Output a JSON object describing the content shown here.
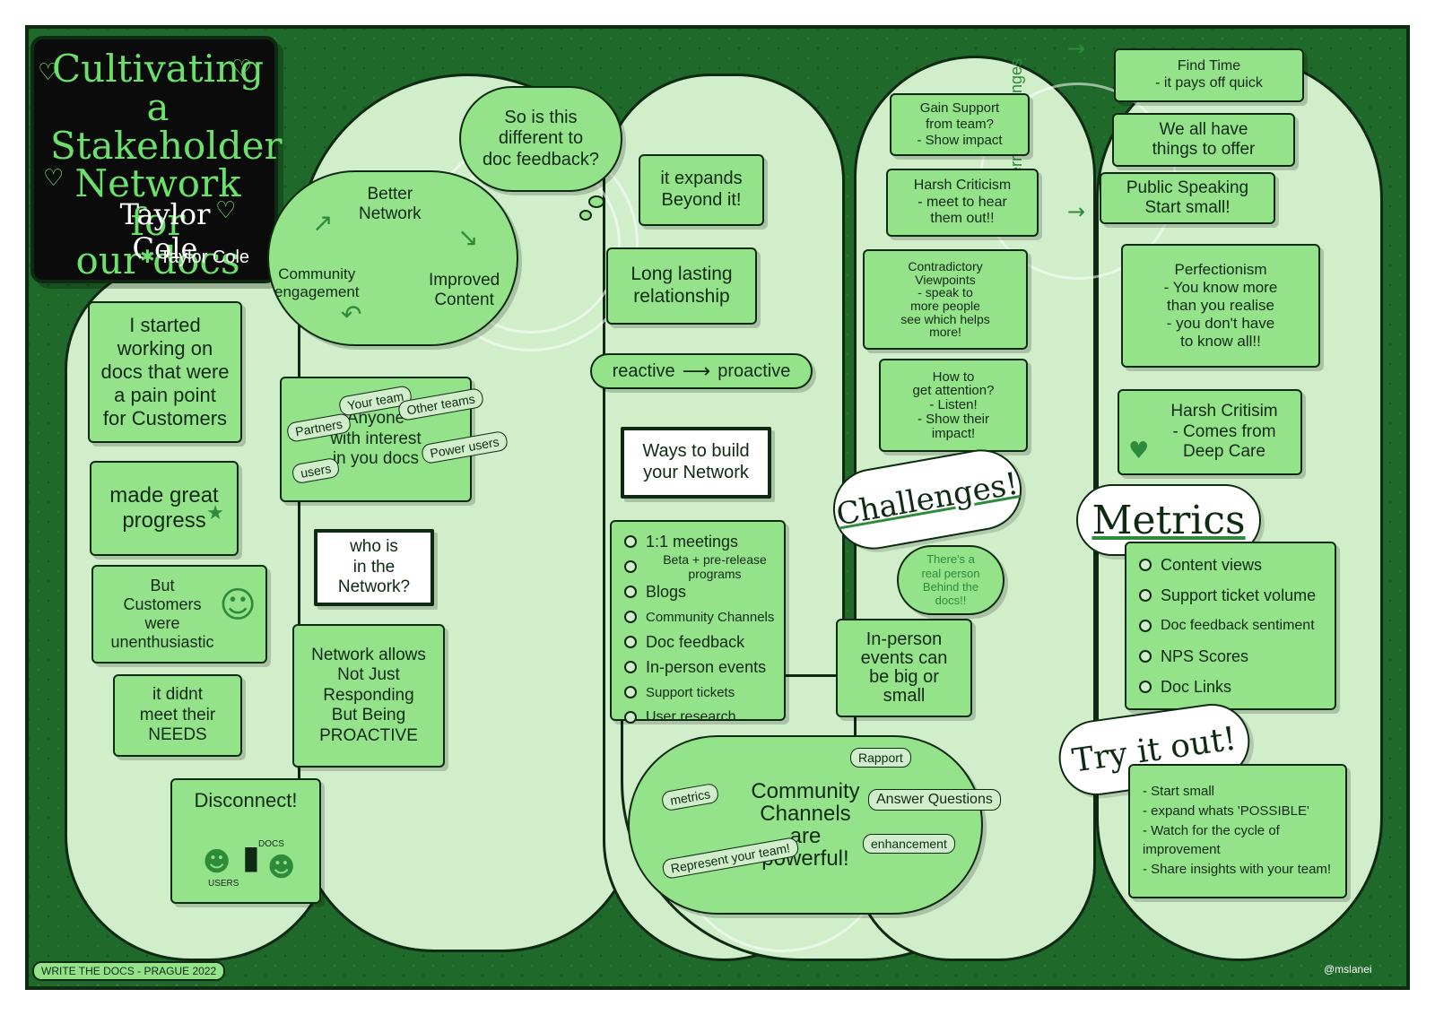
{
  "title": {
    "main": "Cultivating a\nStakeholder\nNetwork for\nour docs",
    "speaker": "Taylor Cole",
    "handle": "Taylor Cole"
  },
  "left_column": {
    "cards": [
      "I started\nworking on\ndocs that were\na pain point\nfor Customers",
      "made great\nprogress",
      "But\nCustomers\nwere\nunenthusiastic",
      "it didnt\nmeet their\nNEEDS",
      "Disconnect!"
    ],
    "users_label": "USERS",
    "docs_label": "DOCS"
  },
  "cycle": {
    "top": "Better\nNetwork",
    "right": "Improved\nContent",
    "left": "Community\nengagement"
  },
  "thought_bubble": "So is this\ndifferent to\ndoc feedback?",
  "anyone": {
    "main": "Anyone\nwith interest\nin you docs",
    "tags": [
      "Partners",
      "Your team",
      "Other teams",
      "Power users",
      "users"
    ]
  },
  "who_in_network": "who is\nin the\nNetwork?",
  "network_allows": "Network allows\nNot Just\nResponding\nBut Being\nPROACTIVE",
  "expands": "it expands\nBeyond it!",
  "long_lasting": "Long lasting\nrelationship",
  "reactive": "reactive",
  "proactive": "proactive",
  "ways_to_build": "Ways to build\nyour Network",
  "ways_list": [
    "1:1 meetings",
    "Beta + pre-release programs",
    "Blogs",
    "Community Channels",
    "Doc feedback",
    "In-person events",
    "Support tickets",
    "User research"
  ],
  "community_channels": {
    "main": "Community\nChannels\nare\npowerful!",
    "tags": [
      "metrics",
      "Rapport",
      "Answer Questions",
      "enhancement",
      "Represent your team!"
    ]
  },
  "challenges": {
    "vertical_label": "Internal challenges",
    "cards": [
      "Gain Support\nfrom team?\n- Show impact",
      "Harsh Criticism\n- meet to hear\nthem out!!",
      "Contradictory\nViewpoints\n- speak to\nmore people\nsee which helps\nmore!",
      "How to\nget attention?\n- Listen!\n- Show their\nimpact!"
    ],
    "banner": "Challenges!",
    "real_person": "There's a\nreal person\nBehind the\ndocs!!",
    "in_person": "In-person\nevents can\nbe big or\nsmall"
  },
  "right_column": {
    "cards": [
      "Find Time\n- it pays off quick",
      "We all have\nthings to offer",
      "Public Speaking\nStart small!",
      "Perfectionism\n- You know more\nthan you realise\n- you don't have\nto know all!!",
      "Harsh Critisim\n- Comes from\nDeep Care"
    ],
    "metrics_banner": "Metrics",
    "metrics_list": [
      "Content views",
      "Support ticket volume",
      "Doc feedback sentiment",
      "NPS Scores",
      "Doc Links"
    ],
    "try_banner": "Try it out!",
    "try_list": "- Start small\n- expand whats 'POSSIBLE'\n- Watch for the cycle of improvement\n- Share insights with your team!"
  },
  "footer": {
    "event": "WRITE THE DOCS - PRAGUE 2022",
    "credit": "@mslanei"
  },
  "colors": {
    "background": "#1f6a2a",
    "path": "#cfeec9",
    "card": "#94e38a",
    "accent": "#2e8b3a",
    "ink": "#0f2a12"
  }
}
